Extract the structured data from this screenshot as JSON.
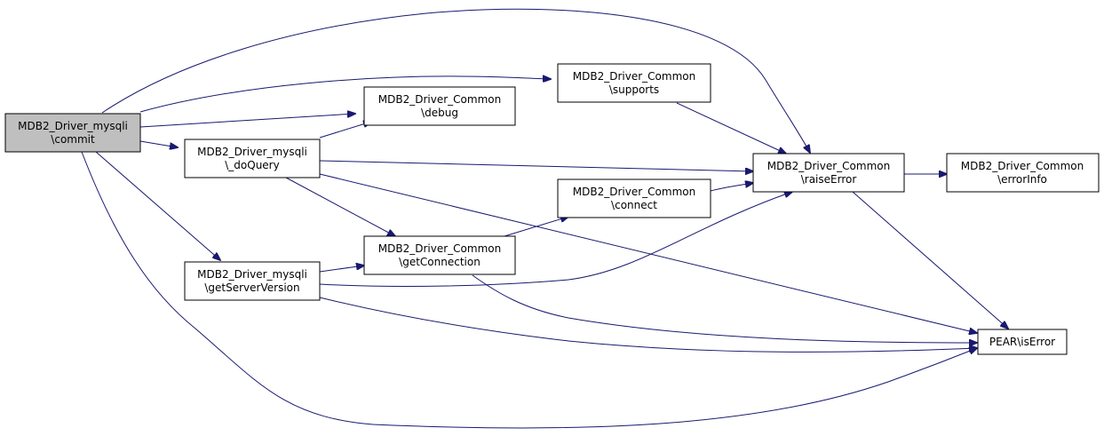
{
  "colors": {
    "edge": "#191970",
    "node_fill": "#ffffff",
    "root_fill": "#bfbfbf",
    "border": "#000000"
  },
  "nodes": {
    "commit": {
      "line1": "MDB2_Driver_mysqli",
      "line2": "\\commit"
    },
    "debug": {
      "line1": "MDB2_Driver_Common",
      "line2": "\\debug"
    },
    "supports": {
      "line1": "MDB2_Driver_Common",
      "line2": "\\supports"
    },
    "doquery": {
      "line1": "MDB2_Driver_mysqli",
      "line2": "\\_doQuery"
    },
    "raiseerror": {
      "line1": "MDB2_Driver_Common",
      "line2": "\\raiseError"
    },
    "errorinfo": {
      "line1": "MDB2_Driver_Common",
      "line2": "\\errorInfo"
    },
    "connect": {
      "line1": "MDB2_Driver_Common",
      "line2": "\\connect"
    },
    "getconnection": {
      "line1": "MDB2_Driver_Common",
      "line2": "\\getConnection"
    },
    "getserverversion": {
      "line1": "MDB2_Driver_mysqli",
      "line2": "\\getServerVersion"
    },
    "iserror": {
      "line1": "PEAR\\isError"
    }
  }
}
